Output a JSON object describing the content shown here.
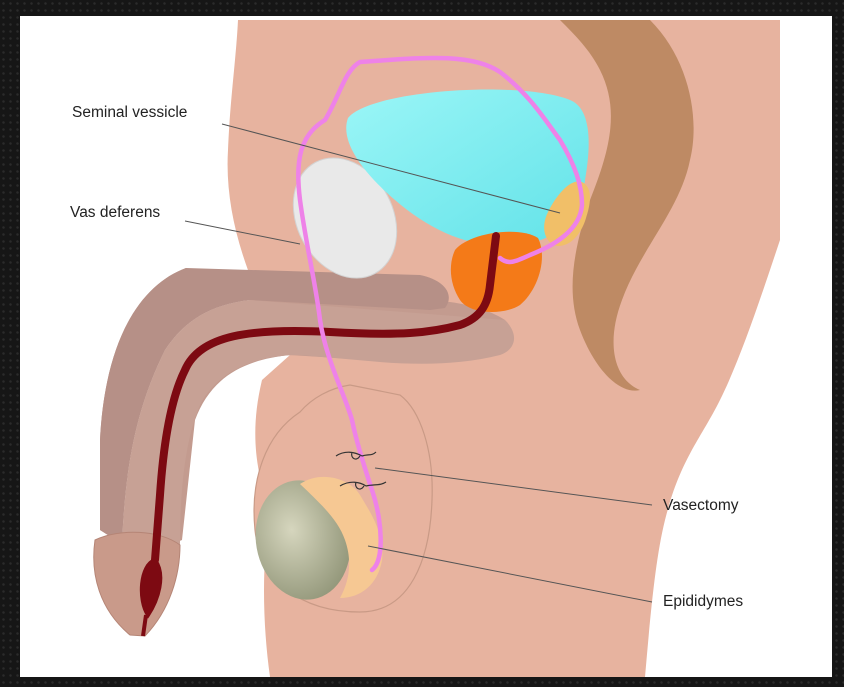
{
  "labels": {
    "seminal_vessicle": "Seminal vessicle",
    "vas_deferens": "Vas deferens",
    "vasectomy": "Vasectomy",
    "epididymes": "Epididymes"
  },
  "colors": {
    "skin": "#E7B39F",
    "skin_outline": "#C99A86",
    "penis_shaft": "#C39B8F",
    "penis_shaft_inner": "#B89086",
    "urethra": "#7D0A12",
    "vas_deferens": "#EE82E8",
    "bladder": "#7DEEF0",
    "prostate": "#F47A18",
    "seminal_vesicle": "#F1BF68",
    "pubic_bone": "#E9E9E9",
    "rectum": "#BE8A64",
    "testis": "#A5A98B",
    "epididymis": "#F6C893"
  }
}
